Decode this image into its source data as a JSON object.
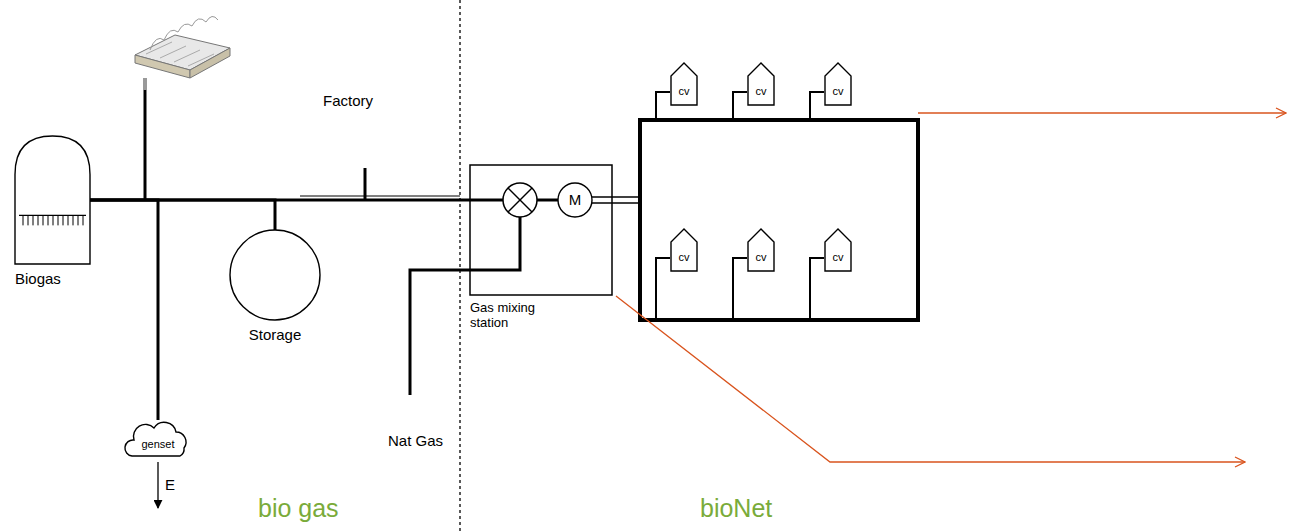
{
  "diagram": {
    "nodes": [
      {
        "text": [
          "Biogas"
        ]
      },
      {
        "text": [
          "genset"
        ]
      },
      {
        "text": [
          "Storage"
        ]
      },
      {
        "text": [
          "Gas mixing station"
        ]
      },
      {
        "text": [
          "M"
        ],
        "in": 3
      },
      {
        "text": [
          "cv"
        ]
      },
      {
        "text": [
          "cv"
        ]
      },
      {
        "text": [
          "cv"
        ]
      },
      {
        "text": [
          "cv"
        ]
      },
      {
        "text": [
          "cv"
        ]
      },
      {
        "text": [
          "cv"
        ]
      }
    ],
    "edges": [
      {
        "from": 0,
        "to": 1,
        "arrow": "none"
      },
      {
        "from": 0,
        "to": 2,
        "arrow": "none"
      },
      {
        "from": 0,
        "to": 3,
        "arrow": "none"
      }
    ],
    "labels": [
      "Factory",
      "Nat Gas",
      "E",
      "bio gas",
      "bioNet"
    ]
  }
}
